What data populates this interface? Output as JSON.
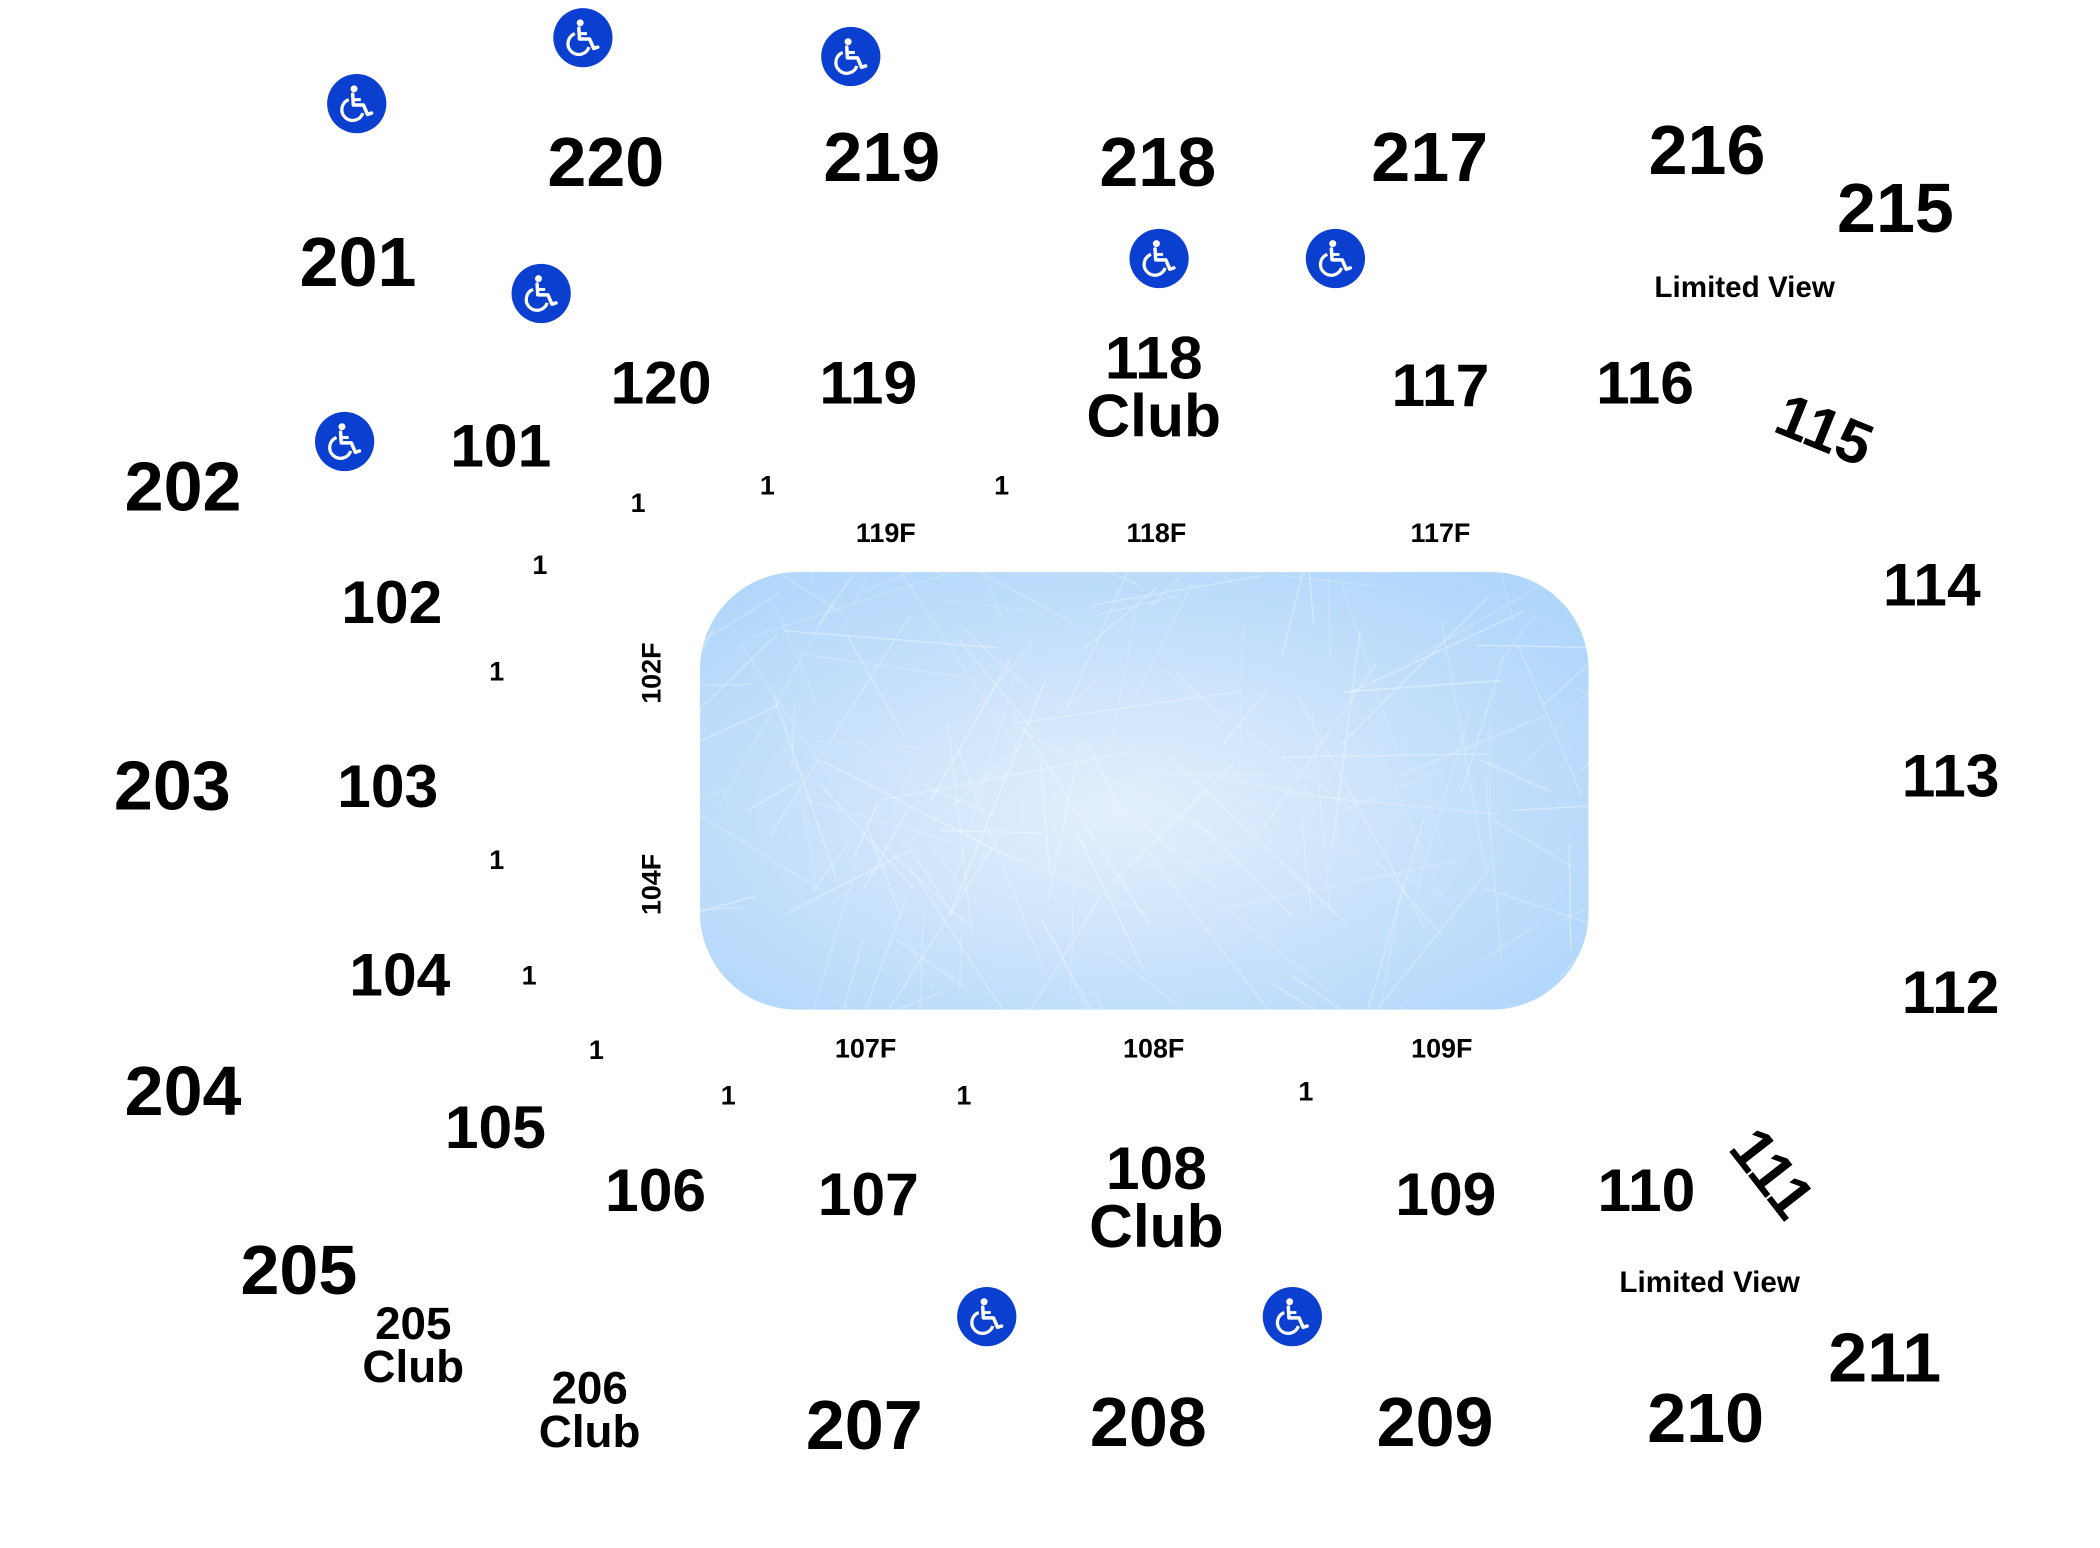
{
  "sections_upper": [
    "220",
    "219",
    "218",
    "217",
    "216",
    "215",
    "201",
    "202",
    "203",
    "204",
    "205",
    "207",
    "208",
    "209",
    "210",
    "211"
  ],
  "sections_lower": [
    "120",
    "119",
    "117",
    "116",
    "115",
    "114",
    "113",
    "112",
    "111",
    "110",
    "109",
    "107",
    "106",
    "105",
    "104",
    "103",
    "102",
    "101"
  ],
  "club_sections": [
    {
      "number": "118",
      "label": "Club"
    },
    {
      "number": "108",
      "label": "Club"
    },
    {
      "number": "205",
      "label": "Club"
    },
    {
      "number": "206",
      "label": "Club"
    }
  ],
  "limited_view_labels": [
    "Limited View",
    "Limited View"
  ],
  "floor_sections": [
    "119F",
    "118F",
    "117F",
    "107F",
    "108F",
    "109F",
    "102F",
    "104F"
  ],
  "row_markers": [
    "1",
    "1",
    "1",
    "1",
    "1",
    "1",
    "1",
    "1",
    "1",
    "1",
    "1"
  ],
  "icons": {
    "accessible": "wheelchair-icon",
    "count": 9,
    "color": "#0b3fd0"
  },
  "rink": {
    "name": "ice-rink",
    "color": "#b4d8fb"
  }
}
